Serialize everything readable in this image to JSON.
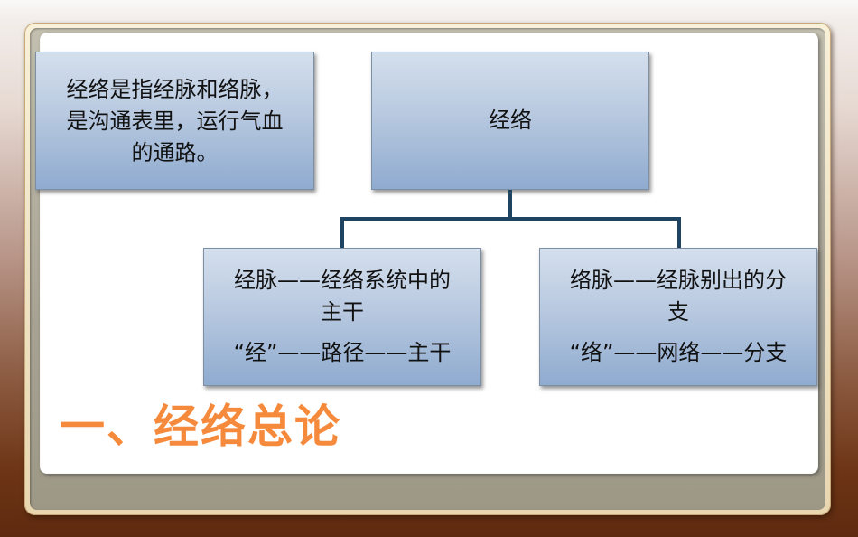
{
  "slide": {
    "title": "一、经络总论",
    "title_color": "#f68a3c",
    "definition_box": {
      "lines": [
        "经络是指经脉和络脉，",
        "是沟通表里，运行气血",
        "的通路。"
      ]
    },
    "diagram": {
      "root": {
        "label": "经络"
      },
      "children": [
        {
          "line1": "经脉——经络系统中的",
          "line2": "主干",
          "line3": "“经”——路径——主干"
        },
        {
          "line1": "络脉——经脉别出的分",
          "line2": "支",
          "line3": "“络”——网络——分支"
        }
      ],
      "box_fill_top": "#d4dfed",
      "box_fill_bottom": "#8fabcf",
      "connector_color": "#1f4461"
    }
  }
}
